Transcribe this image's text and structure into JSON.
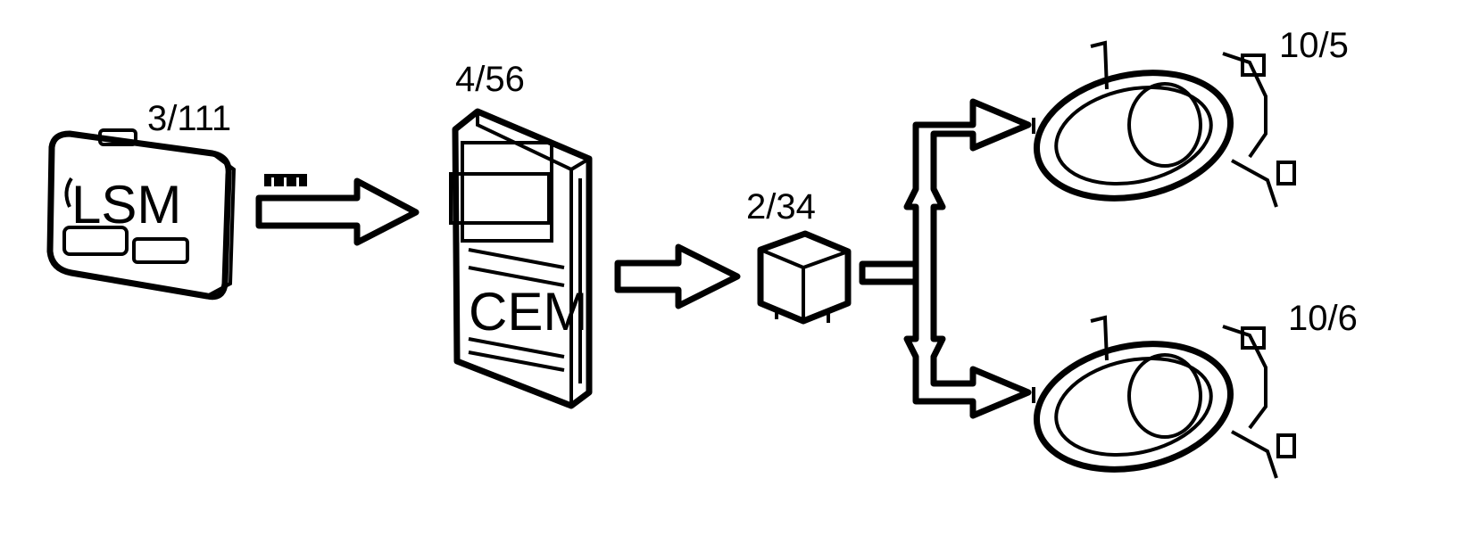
{
  "components": {
    "lsm": {
      "id": "3/111",
      "name": "LSM"
    },
    "cem": {
      "id": "4/56",
      "name": "CEM"
    },
    "relay": {
      "id": "2/34"
    },
    "fog_left": {
      "id": "10/5"
    },
    "fog_right": {
      "id": "10/6"
    }
  },
  "colors": {
    "line": "#000000",
    "background": "#ffffff"
  }
}
